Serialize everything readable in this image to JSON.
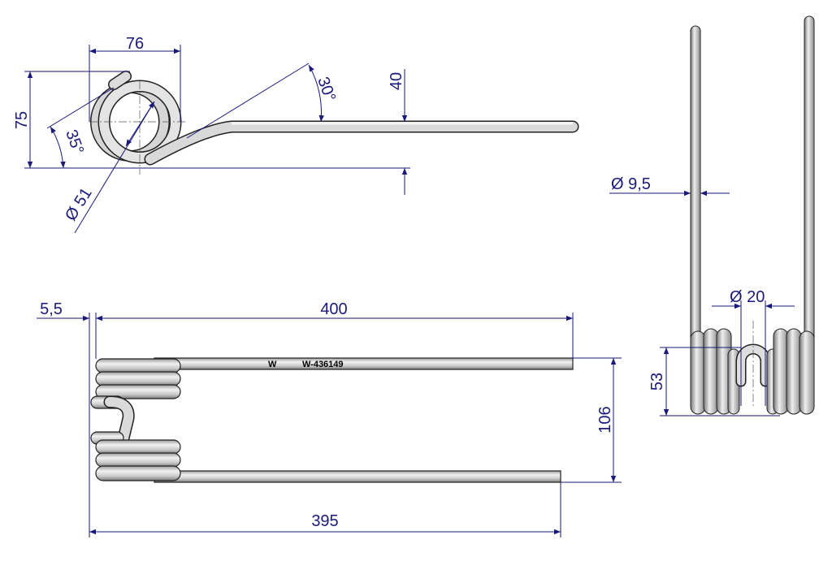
{
  "title": "Spring tine technical drawing",
  "part_number": "W-436149",
  "logo_text": "W",
  "colors": {
    "dimension": "#1a1a7a",
    "steel_light": "#e8e8e8",
    "steel_dark": "#8a8a8a"
  },
  "top_view": {
    "dim_width": "76",
    "dim_height": "75",
    "dim_offset": "40",
    "angle_tine": "30°",
    "angle_end": "35°",
    "dim_diameter": "Ø 51"
  },
  "side_view": {
    "dim_offset": "5,5",
    "dim_top_length": "400",
    "dim_bottom_length": "395",
    "dim_spacing": "106"
  },
  "end_view": {
    "dim_wire_diameter": "Ø 9,5",
    "dim_hook_diameter": "Ø 20",
    "dim_coil_height": "53"
  }
}
